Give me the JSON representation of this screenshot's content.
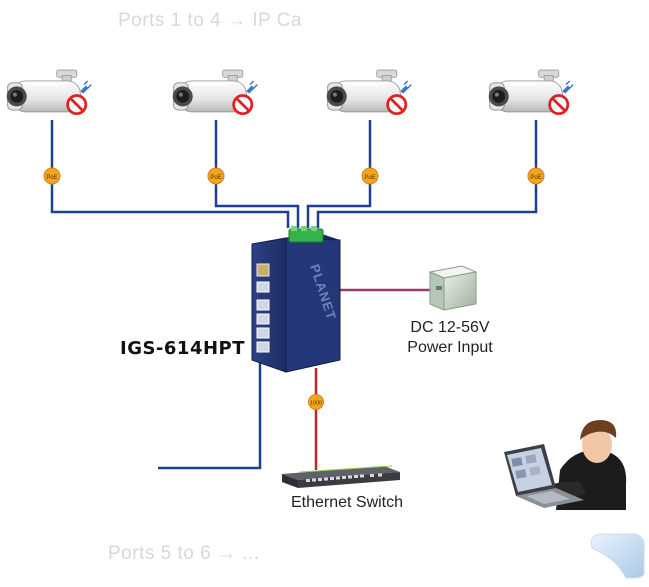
{
  "captions": {
    "top": "Ports 1 to 4 → IP Ca",
    "bottom": "Ports 5 to 6 → ..."
  },
  "device": {
    "model": "IGS-614HPT",
    "brand_mark": "PLANET"
  },
  "power": {
    "line1": "DC 12-56V",
    "line2": "Power Input"
  },
  "ethernet_switch": {
    "label": "Ethernet Switch"
  },
  "badges": {
    "poe": "PoE",
    "uplink": "1000"
  },
  "cameras": [
    {
      "name": "ip-camera-1"
    },
    {
      "name": "ip-camera-2"
    },
    {
      "name": "ip-camera-3"
    },
    {
      "name": "ip-camera-4"
    }
  ],
  "colors": {
    "poe_cable": "#1f3f94",
    "power_cable": "#9e3a6b",
    "uplink_cable": "#c0262b",
    "badge": "#f3a51c",
    "device_body": "#263a7a"
  },
  "icons": [
    "ip-camera-icon",
    "no-power-plug-icon",
    "power-supply-icon",
    "ethernet-switch-icon",
    "laptop-user-icon",
    "cloud-icon"
  ]
}
